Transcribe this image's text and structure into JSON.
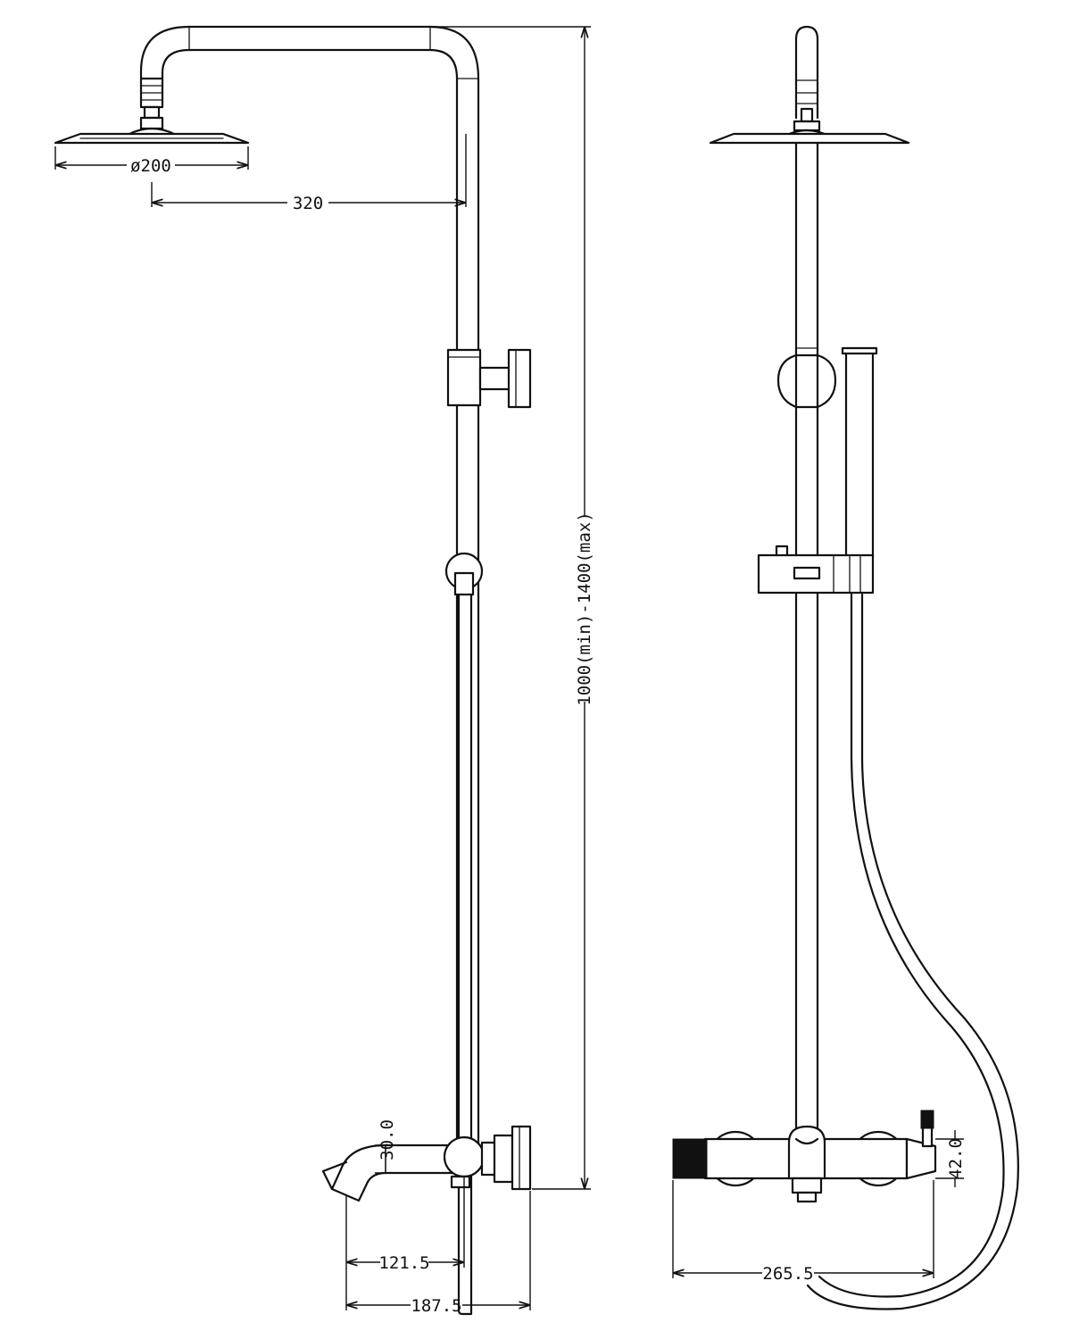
{
  "dimensions": {
    "head_diameter": "ø200",
    "arm_reach": "320",
    "height_range": "1000(min)-1400(max)",
    "spout_height": "30.0",
    "spout_reach": "121.5",
    "overall_depth": "187.5",
    "mixer_width": "265.5",
    "mixer_height": "42.0"
  },
  "views": [
    "side-view",
    "front-view"
  ]
}
